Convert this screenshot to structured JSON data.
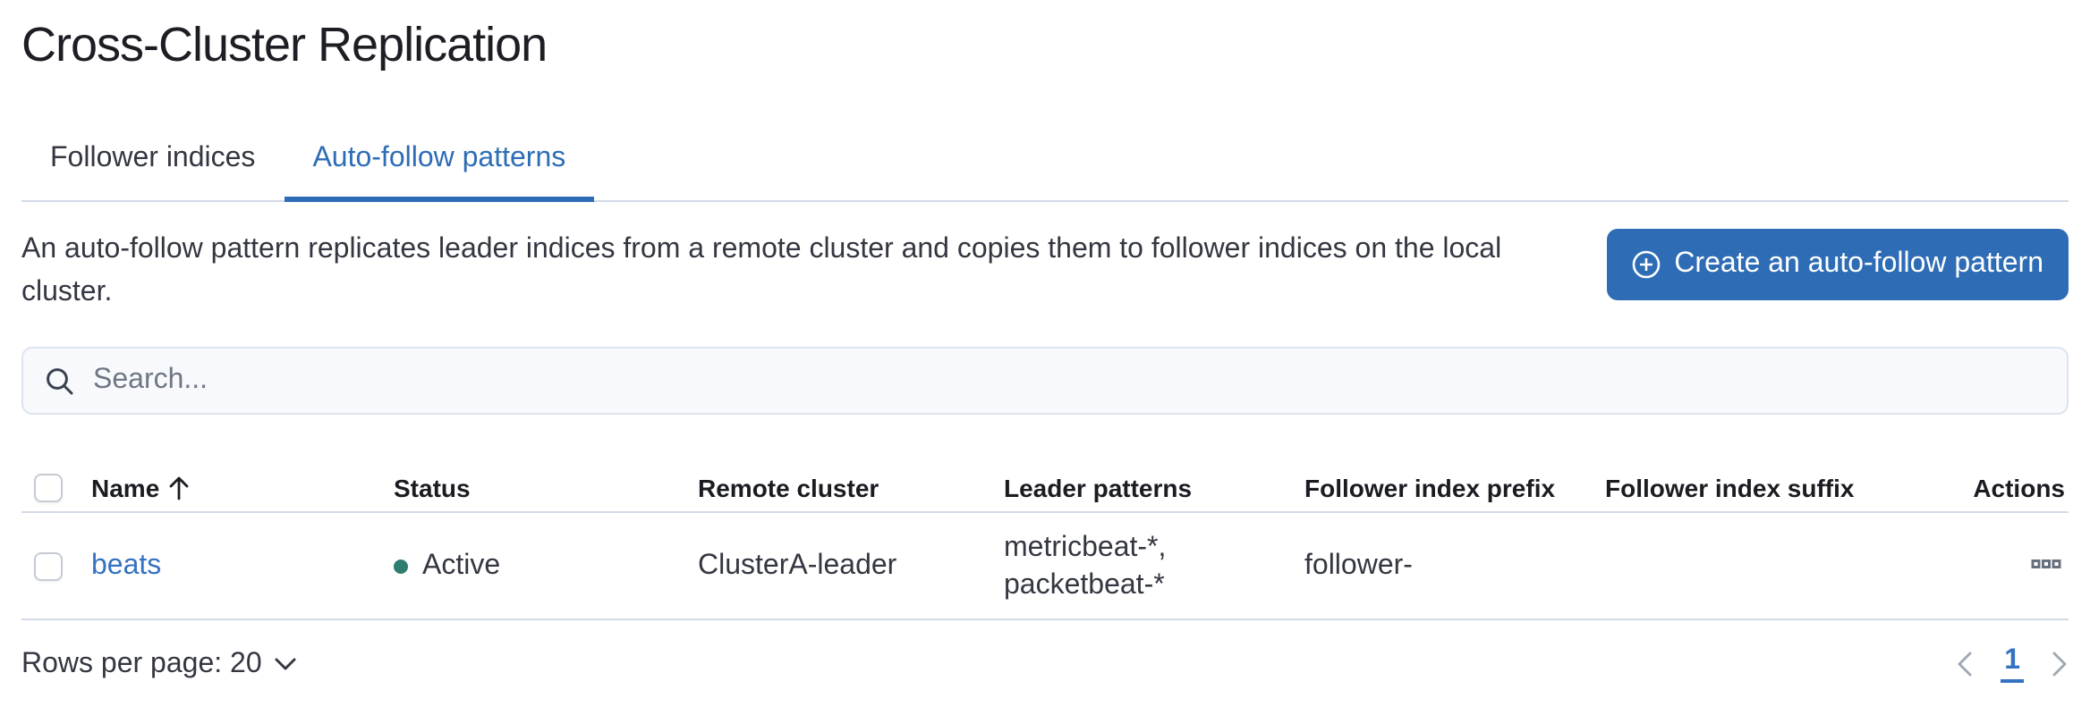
{
  "colors": {
    "accent": "#2e6db6",
    "link": "#3472c2",
    "status_active": "#2d7e6f",
    "divider": "#d3dae6"
  },
  "header": {
    "title": "Cross-Cluster Replication"
  },
  "tabs": [
    {
      "label": "Follower indices",
      "active": false
    },
    {
      "label": "Auto-follow patterns",
      "active": true
    }
  ],
  "intro": {
    "description": "An auto-follow pattern replicates leader indices from a remote cluster and copies them to follower indices on the local cluster.",
    "create_button_label": "Create an auto-follow pattern",
    "create_button_icon": "plus-in-circle-icon"
  },
  "search": {
    "placeholder": "Search...",
    "value": "",
    "icon": "search-icon"
  },
  "table": {
    "headers": {
      "name": "Name",
      "status": "Status",
      "remote_cluster": "Remote cluster",
      "leader_patterns": "Leader patterns",
      "follower_index_prefix": "Follower index prefix",
      "follower_index_suffix": "Follower index suffix",
      "actions": "Actions"
    },
    "sort": {
      "column": "Name",
      "direction": "ascending",
      "icon": "arrow-up-icon"
    },
    "rows": [
      {
        "name": "beats",
        "status": "Active",
        "remote_cluster": "ClusterA-leader",
        "leader_patterns_line1": "metricbeat-*,",
        "leader_patterns_line2": "packetbeat-*",
        "follower_index_prefix": "follower-",
        "follower_index_suffix": "",
        "actions_icon": "boxes-horizontal-icon"
      }
    ]
  },
  "pagination": {
    "rows_per_page": "Rows per page: 20",
    "current_page": "1",
    "prev_icon": "chevron-left-icon",
    "next_icon": "chevron-right-icon"
  }
}
